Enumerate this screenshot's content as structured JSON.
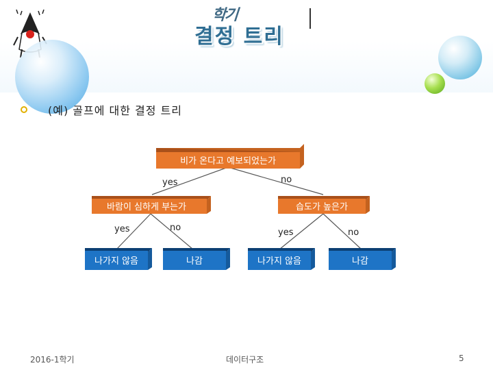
{
  "slide": {
    "title": "결정 트리",
    "title_ghost": "학기",
    "bullet_text": "(예) 골프에 대한 결정 트리"
  },
  "tree": {
    "root": "비가 온다고 예보되었는가",
    "left_mid": "바람이 심하게 부는가",
    "right_mid": "습도가 높은가",
    "leaves": [
      "나가지 않음",
      "나감",
      "나가지 않음",
      "나감"
    ],
    "edges": {
      "root_left": "yes",
      "root_right": "no",
      "left_left": "yes",
      "left_right": "no",
      "right_left": "yes",
      "right_right": "no"
    },
    "colors": {
      "decision_fill": "#e8782c",
      "decision_side": "#a9501a",
      "leaf_fill": "#1e74c6",
      "leaf_side": "#0c3f73",
      "line": "#555555"
    }
  },
  "footer": {
    "left": "2016-1학기",
    "center": "데이터구조",
    "page": "5"
  }
}
